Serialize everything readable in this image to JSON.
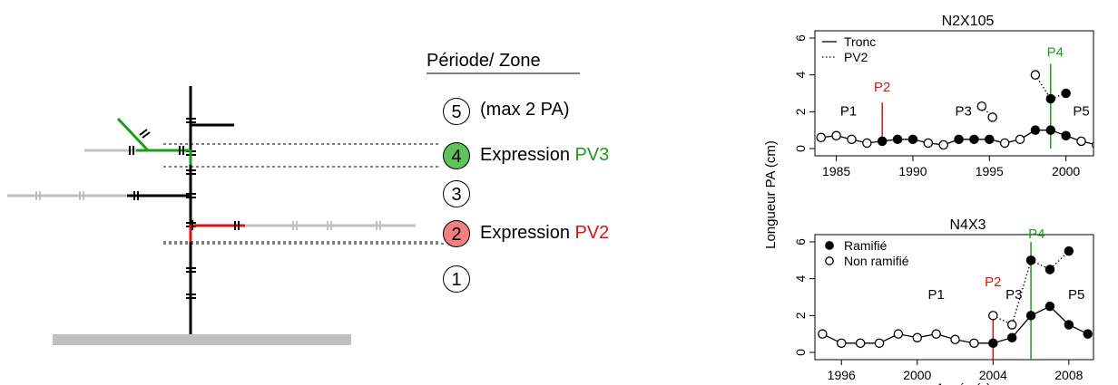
{
  "legend_title": "Période/ Zone",
  "zones": [
    {
      "num": "5",
      "text": "(max 2 PA)",
      "highlight": "",
      "fill": ""
    },
    {
      "num": "4",
      "text": "Expression ",
      "highlight": "PV3",
      "fill": "#5fc25a",
      "hcolor": "#1a9e1a"
    },
    {
      "num": "3",
      "text": "",
      "highlight": "",
      "fill": ""
    },
    {
      "num": "2",
      "text": "Expression ",
      "highlight": "PV2",
      "fill": "#f07f7f",
      "hcolor": "#e01010"
    },
    {
      "num": "1",
      "text": "",
      "highlight": "",
      "fill": ""
    }
  ],
  "colors": {
    "green": "#1a9e1a",
    "red": "#e01010",
    "grey": "#c0c0c0",
    "black": "#000000"
  },
  "y_axis_label": "Longueur PA (cm)",
  "chart_data": [
    {
      "type": "line",
      "title": "N2X105",
      "xlim": [
        1983.6,
        2001.8
      ],
      "ylim": [
        0,
        6
      ],
      "xticks": [
        1985,
        1990,
        1995,
        2000
      ],
      "yticks": [
        0,
        2,
        4,
        6
      ],
      "legend": [
        {
          "label": "Tronc",
          "style": "solid"
        },
        {
          "label": "PV2",
          "style": "dotted"
        }
      ],
      "annotations": [
        {
          "text": "P1",
          "x": 1985.8,
          "y": 1.8
        },
        {
          "text": "P2",
          "x": 1988,
          "y": 3.1,
          "color": "#e01010"
        },
        {
          "text": "P3",
          "x": 1993.3,
          "y": 1.8
        },
        {
          "text": "P4",
          "x": 1999.3,
          "y": 5.0,
          "color": "#1a9e1a"
        },
        {
          "text": "P5",
          "x": 2001.0,
          "y": 1.8
        }
      ],
      "vlines": [
        {
          "x": 1988,
          "y1": 0.4,
          "y2": 2.5,
          "color": "#e01010"
        },
        {
          "x": 1999,
          "y1": 0,
          "y2": 4.6,
          "color": "#1a9e1a"
        }
      ],
      "series": [
        {
          "name": "Tronc",
          "style": "solid",
          "x": [
            1984,
            1985,
            1986,
            1987,
            1988,
            1989,
            1990,
            1991,
            1992,
            1993,
            1994,
            1995,
            1996,
            1997,
            1998,
            1999,
            2000,
            2001,
            2002
          ],
          "y": [
            0.6,
            0.7,
            0.5,
            0.3,
            0.4,
            0.5,
            0.5,
            0.3,
            0.2,
            0.5,
            0.5,
            0.5,
            0.3,
            0.5,
            1.0,
            1.0,
            0.7,
            0.4,
            0.2
          ],
          "filled": [
            false,
            false,
            false,
            false,
            true,
            true,
            true,
            false,
            false,
            true,
            true,
            true,
            false,
            false,
            true,
            true,
            true,
            false,
            false
          ]
        },
        {
          "name": "PV2",
          "style": "dotted",
          "x": [
            1994.5,
            1995.2
          ],
          "y": [
            2.3,
            1.7
          ],
          "filled": [
            false,
            false
          ]
        },
        {
          "name": "PV3",
          "style": "dotted",
          "x": [
            1998,
            1999,
            2000
          ],
          "y": [
            4.0,
            2.7,
            3.0
          ],
          "filled": [
            false,
            true,
            true
          ]
        }
      ]
    },
    {
      "type": "line",
      "title": "N4X3",
      "xlabel": "Année (y)",
      "xlim": [
        1994.6,
        2009.3
      ],
      "ylim": [
        0,
        6
      ],
      "xticks": [
        1996,
        2000,
        2004,
        2008
      ],
      "yticks": [
        0,
        2,
        4,
        6
      ],
      "legend": [
        {
          "label": "Ramifié",
          "style": "filled"
        },
        {
          "label": "Non ramifié",
          "style": "open"
        }
      ],
      "annotations": [
        {
          "text": "P1",
          "x": 2001,
          "y": 2.9
        },
        {
          "text": "P2",
          "x": 2004,
          "y": 3.6,
          "color": "#e01010"
        },
        {
          "text": "P3",
          "x": 2005.1,
          "y": 2.9
        },
        {
          "text": "P4",
          "x": 2006.3,
          "y": 6.2,
          "color": "#1a9e1a"
        },
        {
          "text": "P5",
          "x": 2008.4,
          "y": 2.9
        }
      ],
      "vlines": [
        {
          "x": 2004,
          "y1": -1.0,
          "y2": 2.0,
          "color": "#e01010"
        },
        {
          "x": 2006,
          "y1": -1.0,
          "y2": 6.0,
          "color": "#1a9e1a"
        }
      ],
      "series": [
        {
          "name": "Tronc",
          "style": "solid",
          "x": [
            1995,
            1996,
            1997,
            1998,
            1999,
            2000,
            2001,
            2002,
            2003,
            2004,
            2005,
            2006,
            2007,
            2008,
            2009
          ],
          "y": [
            1.0,
            0.5,
            0.5,
            0.5,
            1.0,
            0.8,
            1.0,
            0.7,
            0.5,
            0.5,
            0.8,
            2.0,
            2.5,
            1.5,
            1.0
          ],
          "filled": [
            false,
            false,
            false,
            false,
            false,
            false,
            false,
            false,
            false,
            true,
            true,
            true,
            true,
            true,
            true
          ]
        },
        {
          "name": "PV2",
          "style": "dotted",
          "x": [
            2004,
            2005,
            2006
          ],
          "y": [
            2.0,
            1.5,
            5.0
          ],
          "filled": [
            false,
            false,
            true
          ]
        },
        {
          "name": "PV3",
          "style": "dotted",
          "x": [
            2006,
            2007,
            2008
          ],
          "y": [
            5.0,
            4.5,
            5.5
          ],
          "filled": [
            true,
            true,
            true
          ]
        }
      ]
    }
  ]
}
